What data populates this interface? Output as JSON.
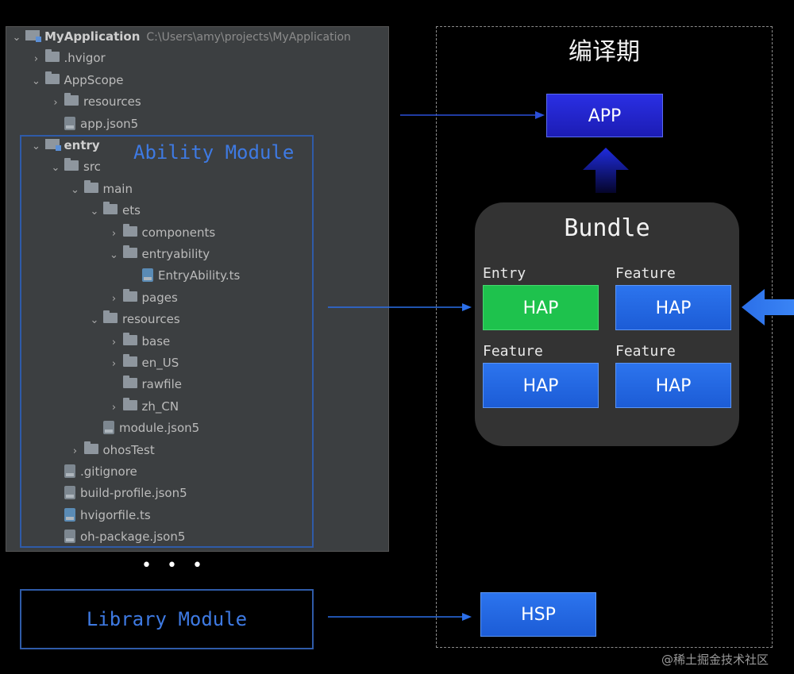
{
  "tree": [
    {
      "label": "MyApplication",
      "path": "C:\\Users\\amy\\projects\\MyApplication",
      "chev": "open",
      "icon": "modfolder",
      "depth": 0,
      "bold": true
    },
    {
      "label": ".hvigor",
      "chev": "closed",
      "icon": "folder",
      "depth": 1
    },
    {
      "label": "AppScope",
      "chev": "open",
      "icon": "folder",
      "depth": 1
    },
    {
      "label": "resources",
      "chev": "closed",
      "icon": "folder",
      "depth": 2
    },
    {
      "label": "app.json5",
      "chev": "none",
      "icon": "file",
      "depth": 2
    },
    {
      "label": "entry",
      "chev": "open",
      "icon": "modfolder",
      "depth": 1,
      "bold": true
    },
    {
      "label": "src",
      "chev": "open",
      "icon": "folder",
      "depth": 2
    },
    {
      "label": "main",
      "chev": "open",
      "icon": "folder",
      "depth": 3
    },
    {
      "label": "ets",
      "chev": "open",
      "icon": "folder",
      "depth": 4
    },
    {
      "label": "components",
      "chev": "closed",
      "icon": "folder",
      "depth": 5
    },
    {
      "label": "entryability",
      "chev": "open",
      "icon": "folder",
      "depth": 5
    },
    {
      "label": "EntryAbility.ts",
      "chev": "none",
      "icon": "file ts",
      "depth": 6
    },
    {
      "label": "pages",
      "chev": "closed",
      "icon": "folder",
      "depth": 5
    },
    {
      "label": "resources",
      "chev": "open",
      "icon": "folder",
      "depth": 4
    },
    {
      "label": "base",
      "chev": "closed",
      "icon": "folder",
      "depth": 5
    },
    {
      "label": "en_US",
      "chev": "closed",
      "icon": "folder",
      "depth": 5
    },
    {
      "label": "rawfile",
      "chev": "none",
      "icon": "folder",
      "depth": 5
    },
    {
      "label": "zh_CN",
      "chev": "closed",
      "icon": "folder",
      "depth": 5
    },
    {
      "label": "module.json5",
      "chev": "none",
      "icon": "file",
      "depth": 4
    },
    {
      "label": "ohosTest",
      "chev": "closed",
      "icon": "folder",
      "depth": 3
    },
    {
      "label": ".gitignore",
      "chev": "none",
      "icon": "file",
      "depth": 2
    },
    {
      "label": "build-profile.json5",
      "chev": "none",
      "icon": "file",
      "depth": 2
    },
    {
      "label": "hvigorfile.ts",
      "chev": "none",
      "icon": "file ts",
      "depth": 2
    },
    {
      "label": "oh-package.json5",
      "chev": "none",
      "icon": "file",
      "depth": 2
    }
  ],
  "ability_module_label": "Ability Module",
  "ellipsis": "• • •",
  "library_module_label": "Library Module",
  "compile_title": "编译期",
  "app_label": "APP",
  "bundle_title": "Bundle",
  "bundle_slots": [
    {
      "caption": "Entry",
      "label": "HAP",
      "color": "#1ec24d"
    },
    {
      "caption": "Feature",
      "label": "HAP",
      "color": "#2a6fe8"
    },
    {
      "caption": "Feature",
      "label": "HAP",
      "color": "#2a6fe8"
    },
    {
      "caption": "Feature",
      "label": "HAP",
      "color": "#2a6fe8"
    }
  ],
  "hsp_label": "HSP",
  "watermark": "@稀土掘金技术社区",
  "colors": {
    "module_border": "#2f5ba8",
    "module_text": "#3e7ae3",
    "arrow": "#2b6fe8",
    "app": "#1c1cb4"
  }
}
